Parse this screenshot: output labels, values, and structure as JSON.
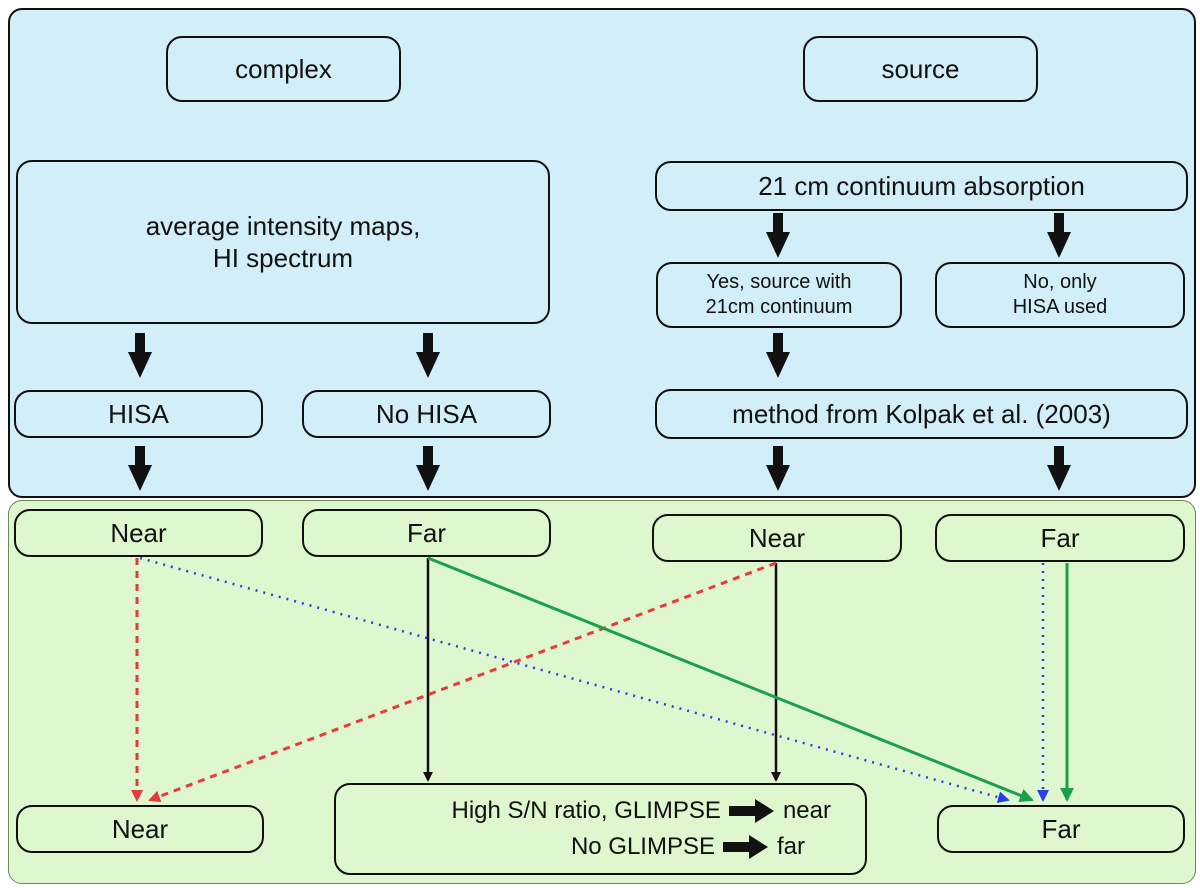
{
  "nodes": {
    "complex": "complex",
    "source": "source",
    "avg_maps_line1": "average intensity maps,",
    "avg_maps_line2": "HI spectrum",
    "continuum": "21 cm continuum absorption",
    "yes_line1": "Yes, source with",
    "yes_line2": "21cm continuum",
    "no_line1": "No, only",
    "no_line2": "HISA used",
    "hisa": "HISA",
    "no_hisa": "No HISA",
    "kolpak": "method from Kolpak et al. (2003)",
    "near1": "Near",
    "far1": "Far",
    "near2": "Near",
    "far2": "Far",
    "final_near": "Near",
    "final_far": "Far",
    "glimpse_line1_text": "High S/N ratio, GLIMPSE",
    "glimpse_line1_result": "near",
    "glimpse_line2_text": "No GLIMPSE",
    "glimpse_line2_result": "far"
  },
  "colors": {
    "top_panel": "#d2eef9",
    "bottom_panel": "#def7cf",
    "red_dashed": "#e8393b",
    "blue_dotted": "#2a3fe6",
    "green_solid": "#1aa04a",
    "black": "#111111"
  }
}
